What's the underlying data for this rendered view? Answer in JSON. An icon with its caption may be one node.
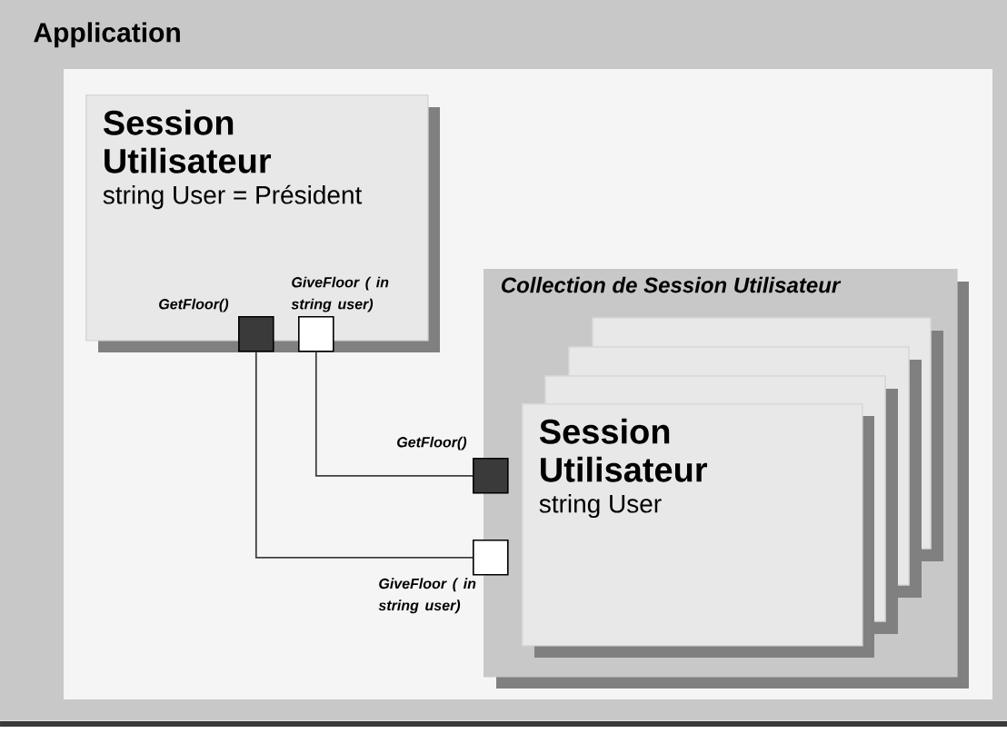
{
  "diagram": {
    "nodes": [
      {
        "text": [
          "Application"
        ]
      },
      {
        "text": [
          "Session Utilisateur",
          "string User = Président"
        ],
        "in": 0
      },
      {
        "text": [],
        "shape": "box",
        "in": 1
      },
      {
        "text": [],
        "shape": "box",
        "in": 1
      },
      {
        "text": [
          "Collection de Session Utilisateur"
        ],
        "in": 0
      },
      {
        "text": [
          "Session Utilisateur",
          "string User"
        ],
        "in": 4
      },
      {
        "text": [],
        "shape": "box",
        "in": 4
      },
      {
        "text": [],
        "shape": "box",
        "in": 4
      },
      {
        "text": [],
        "shape": "box",
        "in": 4
      },
      {
        "text": [],
        "shape": "box",
        "in": 0,
        "beside": [
          "GetFloor()"
        ]
      },
      {
        "text": [],
        "shape": "box",
        "in": 0,
        "beside": [
          "GiveFloor ( in string user)"
        ]
      }
    ],
    "edges": [
      {
        "from": 3,
        "to": 9,
        "arrow": "none"
      },
      {
        "from": 2,
        "to": 10,
        "arrow": "none"
      }
    ],
    "labels": [
      "GetFloor()",
      "GiveFloor ( in string user)"
    ]
  }
}
